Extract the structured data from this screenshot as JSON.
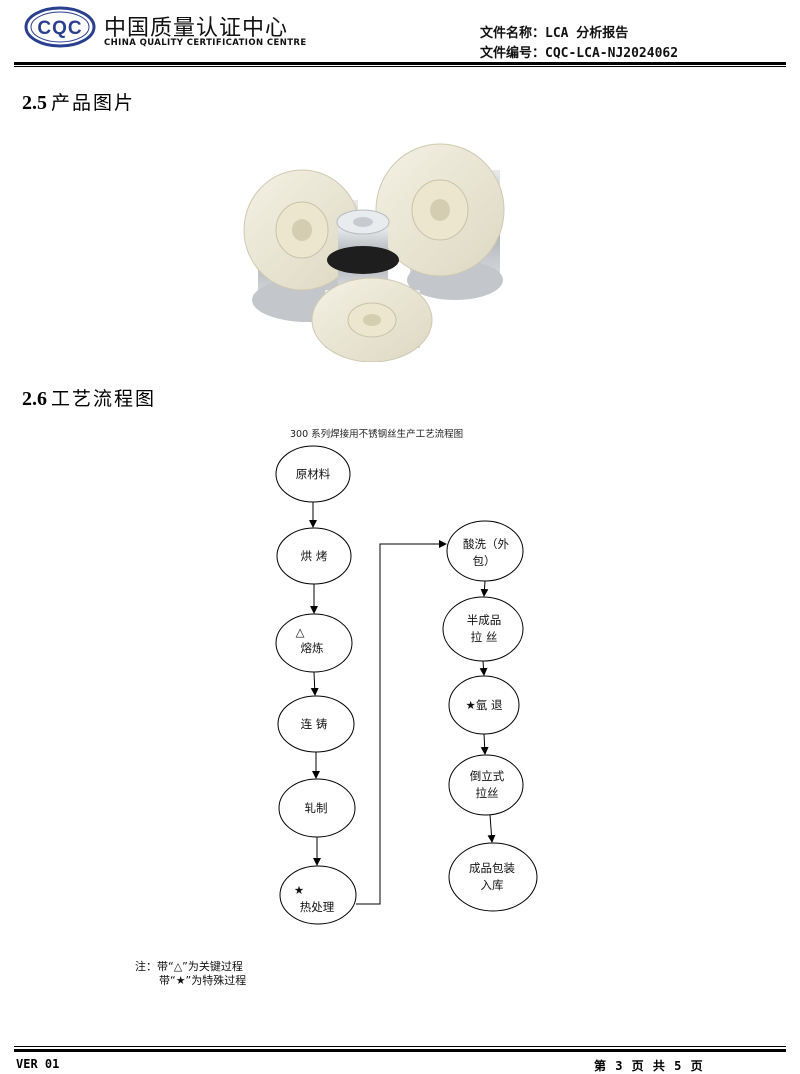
{
  "header": {
    "logo_text": "CQC",
    "org_name_cn": "中国质量认证中心",
    "org_name_en": "CHINA QUALITY CERTIFICATION CENTRE",
    "doc_name": "文件名称：LCA 分析报告",
    "doc_number": "文件编号：CQC-LCA-NJ2024062"
  },
  "sections": {
    "product_photo": {
      "number": "2.5",
      "title": "产品图片"
    },
    "process_flow": {
      "number": "2.6",
      "title": "工艺流程图"
    }
  },
  "flowchart": {
    "title": "300 系列焊接用不锈钢丝生产工艺流程图",
    "left_column": [
      {
        "lines": [
          "原材料"
        ]
      },
      {
        "lines": [
          "烘 烤"
        ]
      },
      {
        "lines": [
          "△",
          "熔炼"
        ]
      },
      {
        "lines": [
          "连 铸"
        ]
      },
      {
        "lines": [
          "轧制"
        ]
      },
      {
        "lines": [
          "★",
          "热处理"
        ]
      }
    ],
    "right_column": [
      {
        "lines": [
          "酸洗（外",
          "包）"
        ]
      },
      {
        "lines": [
          "半成品",
          "拉 丝"
        ]
      },
      {
        "lines": [
          "★氩 退"
        ]
      },
      {
        "lines": [
          "倒立式",
          "拉丝"
        ]
      },
      {
        "lines": [
          "成品包装",
          "入库"
        ]
      }
    ]
  },
  "notes": {
    "line1": "注：带“△”为关键过程",
    "line2": "带“★”为特殊过程"
  },
  "footer": {
    "version": "VER 01",
    "page": "第 3 页 共 5 页"
  }
}
